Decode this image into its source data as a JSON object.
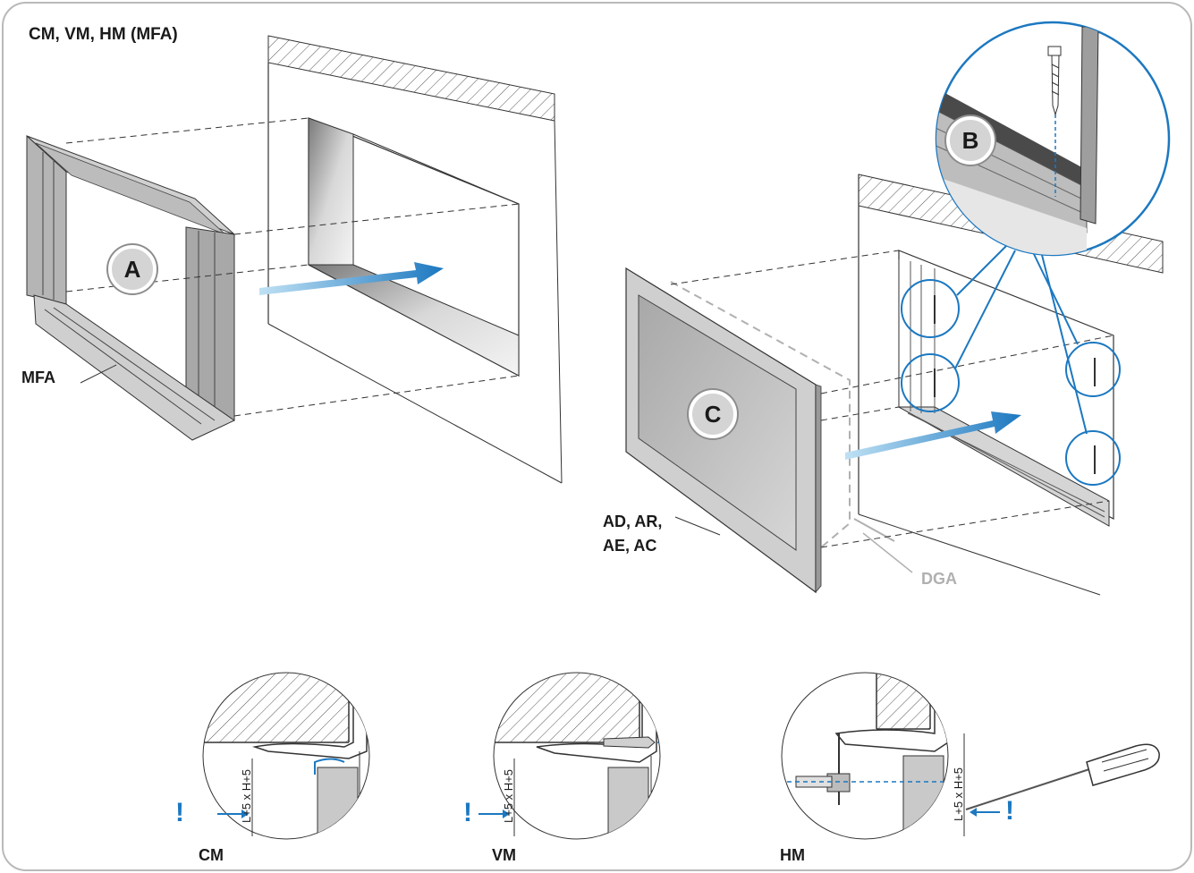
{
  "title": "CM, VM, HM (MFA)",
  "callouts": {
    "a": "A",
    "b": "B",
    "c": "C"
  },
  "labels": {
    "mfa": "MFA",
    "grille_line1": "AD, AR,",
    "grille_line2": "AE, AC",
    "dga": "DGA",
    "cm": "CM",
    "vm": "VM",
    "hm": "HM"
  },
  "dimension": "L+5 x H+5",
  "warning": "!",
  "colors": {
    "accent_blue": "#1c78c0",
    "arrow_light_blue": "#8fc9ea",
    "frame_grey": "#9a9a9a",
    "panel_grey": "#c8c8c8",
    "dga_grey": "#b0b0b0"
  }
}
